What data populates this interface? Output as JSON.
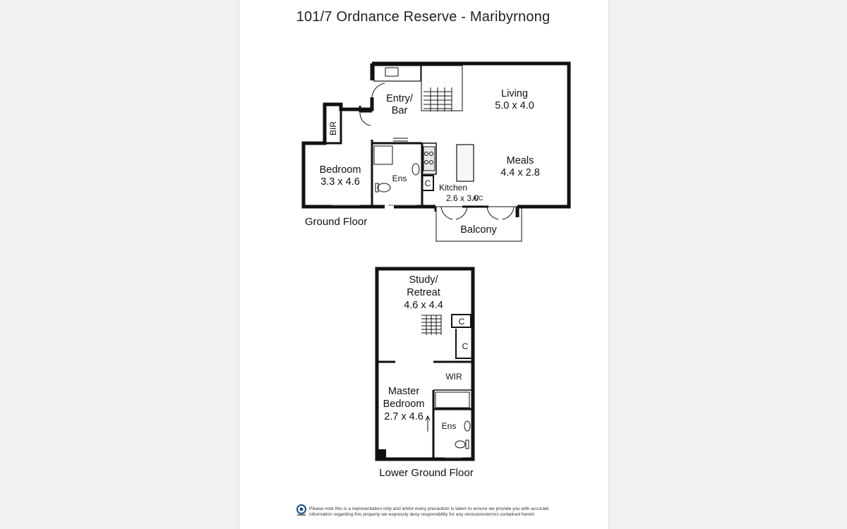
{
  "title": "101/7 Ordnance Reserve - Maribyrnong",
  "ground_floor": {
    "label": "Ground Floor",
    "rooms": {
      "entry_name": "Entry/",
      "entry_name2": "Bar",
      "living_name": "Living",
      "living_dim": "5.0 x 4.0",
      "meals_name": "Meals",
      "meals_dim": "4.4 x 2.8",
      "bedroom_name": "Bedroom",
      "bedroom_dim": "3.3 x 4.6",
      "bir": "BIR",
      "ens": "Ens",
      "cupboard": "C",
      "kitchen_name": "Kitchen",
      "kitchen_dim": "2.6 x 3.0",
      "ac": "A/C",
      "balcony": "Balcony"
    }
  },
  "lower_floor": {
    "label": "Lower Ground Floor",
    "rooms": {
      "study_name": "Study/",
      "study_name2": "Retreat",
      "study_dim": "4.6 x 4.4",
      "cupboard1": "C",
      "cupboard2": "C",
      "wir": "WIR",
      "master_name": "Master",
      "master_name2": "Bedroom",
      "master_dim": "2.7 x 4.6",
      "ens": "Ens"
    }
  },
  "disclaimer": {
    "line1": "Please note this is a representation only and whilst every precaution is taken to ensure we provide you with accurate",
    "line2": "information regarding this property we expressly deny responsibility for any omissions/errors contained herein"
  }
}
